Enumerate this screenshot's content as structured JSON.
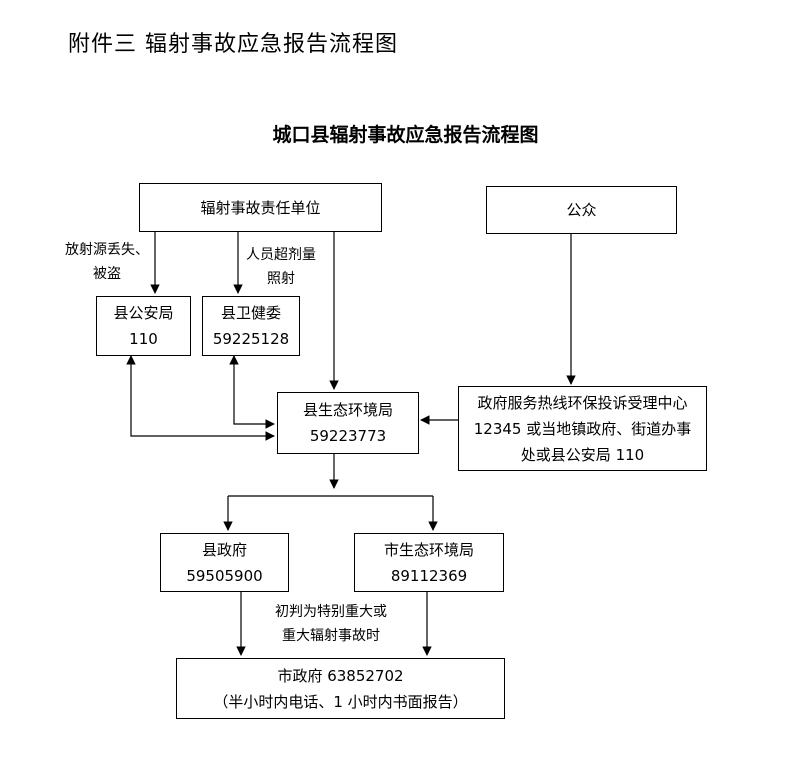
{
  "doc_title": "附件三  辐射事故应急报告流程图",
  "chart_title": "城口县辐射事故应急报告流程图",
  "nodes": {
    "responsible_unit": {
      "line1": "辐射事故责任单位"
    },
    "public": {
      "line1": "公众"
    },
    "county_police": {
      "line1": "县公安局",
      "line2": "110"
    },
    "county_health": {
      "line1": "县卫健委",
      "line2": "59225128"
    },
    "county_eco": {
      "line1": "县生态环境局",
      "line2": "59223773"
    },
    "hotline_center": {
      "line1": "政府服务热线环保投诉受理中心 12345 或当地镇政府、街道办事处或县公安局 110"
    },
    "county_gov": {
      "line1": "县政府",
      "line2": "59505900"
    },
    "city_eco": {
      "line1": "市生态环境局",
      "line2": "89112369"
    },
    "city_gov": {
      "line1": "市政府 63852702",
      "line2": "（半小时内电话、1 小时内书面报告）"
    }
  },
  "edge_labels": {
    "source_lost": {
      "line1": "放射源丢失、",
      "line2": "被盗"
    },
    "overdose": {
      "line1": "人员超剂量",
      "line2": "照射"
    },
    "major": {
      "line1": "初判为特别重大或",
      "line2": "重大辐射事故时"
    }
  }
}
